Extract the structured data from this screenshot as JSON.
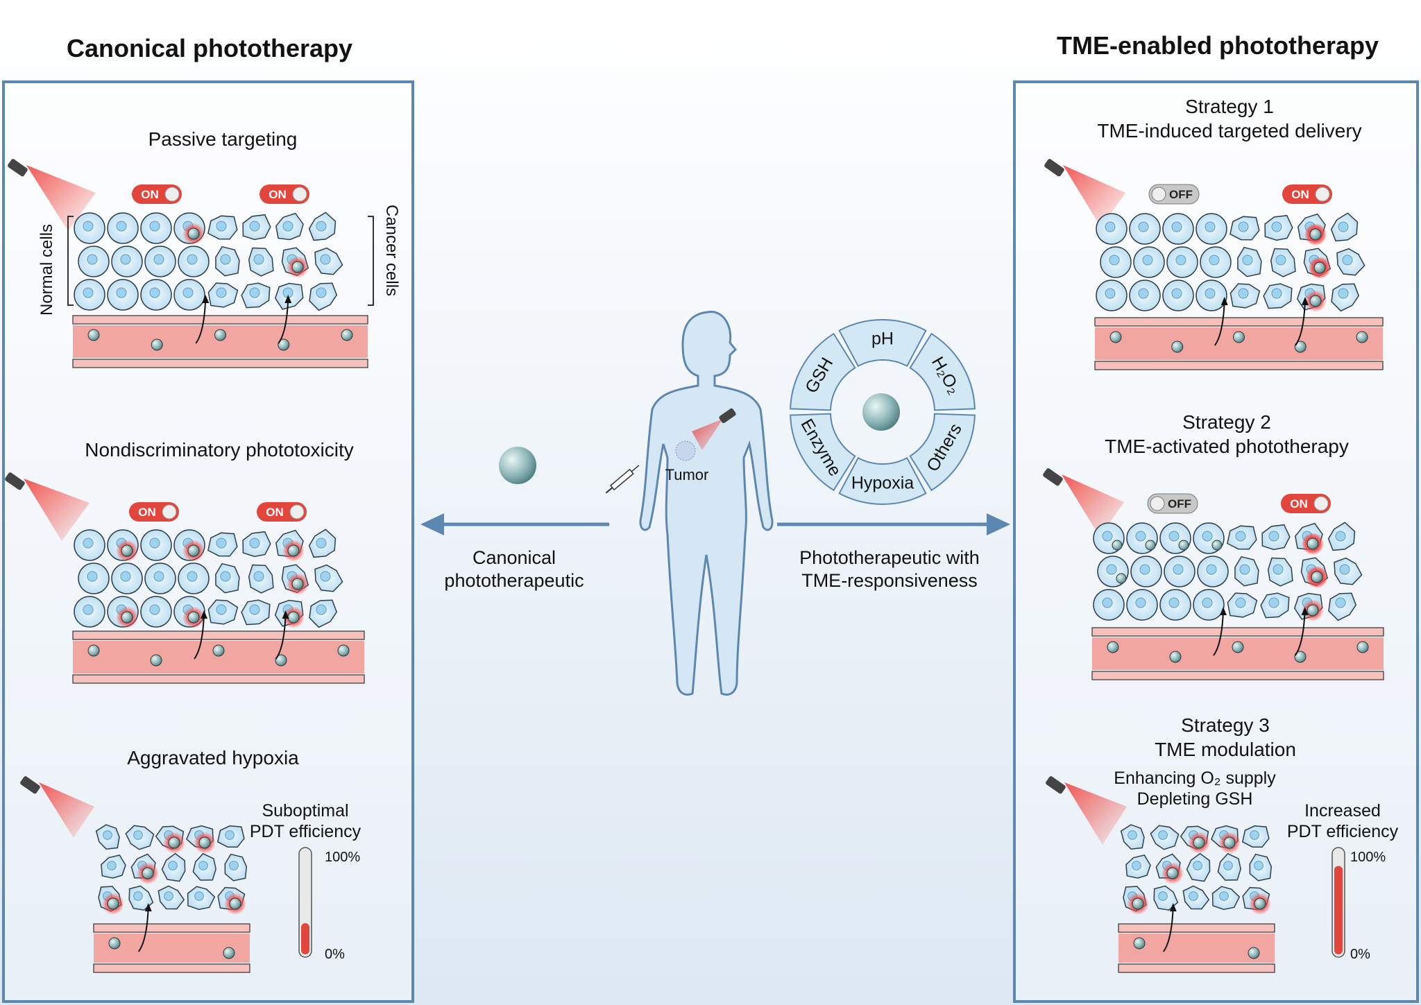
{
  "left_title": "Canonical phototherapy",
  "right_title": "TME-enabled phototherapy",
  "left_panel": {
    "passive": {
      "title": "Passive targeting",
      "switch1": "ON",
      "switch2": "ON",
      "normal_label": "Normal cells",
      "cancer_label": "Cancer cells"
    },
    "nondisc": {
      "title": "Nondiscriminatory phototoxicity",
      "switch1": "ON",
      "switch2": "ON"
    },
    "hypoxia": {
      "title": "Aggravated hypoxia",
      "efficiency_line1": "Suboptimal",
      "efficiency_line2": "PDT efficiency",
      "scale_top": "100%",
      "scale_bottom": "0%",
      "fill_fraction": 0.3
    }
  },
  "center": {
    "tumor_label": "Tumor",
    "left_arrow_line1": "Canonical",
    "left_arrow_line2": "phototherapeutic",
    "right_arrow_line1": "Phototherapeutic with",
    "right_arrow_line2": "TME-responsiveness",
    "ring_segments": [
      "pH",
      "H₂O₂",
      "Others",
      "Hypoxia",
      "Enzyme",
      "GSH"
    ]
  },
  "right_panel": {
    "strategy1": {
      "line1": "Strategy 1",
      "line2": "TME-induced targeted delivery",
      "switch1": "OFF",
      "switch2": "ON"
    },
    "strategy2": {
      "line1": "Strategy 2",
      "line2": "TME-activated phototherapy",
      "switch1": "OFF",
      "switch2": "ON"
    },
    "strategy3": {
      "line1": "Strategy 3",
      "line2": "TME modulation",
      "note1": "Enhancing O₂ supply",
      "note2": "Depleting GSH",
      "efficiency_line1": "Increased",
      "efficiency_line2": "PDT efficiency",
      "scale_top": "100%",
      "scale_bottom": "0%",
      "fill_fraction": 0.85
    }
  },
  "colors": {
    "frame": "#5b87b1",
    "cell_fill": "#d6ebf7",
    "cell_stroke": "#333333",
    "vessel": "#f2a6a2",
    "switch_on": "#e2453c",
    "switch_off": "#c8c8c8",
    "arrow": "#5b87b1"
  }
}
